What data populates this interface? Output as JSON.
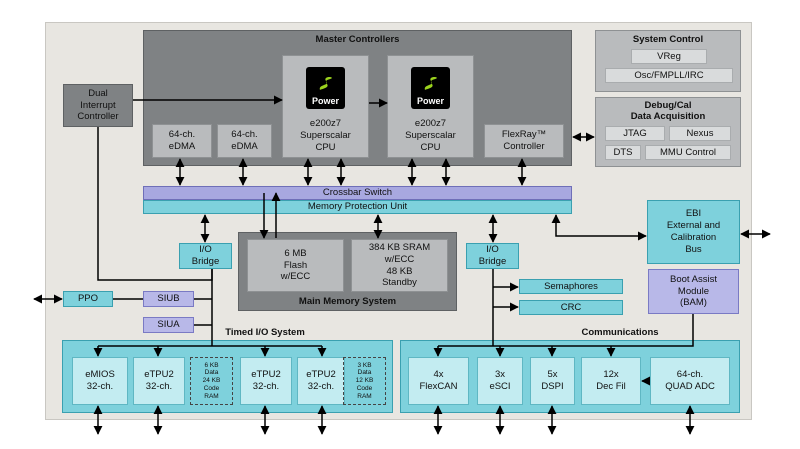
{
  "master": {
    "title": "Master Controllers"
  },
  "dual_interrupt": "Dual\nInterrupt\nController",
  "edma1": "64-ch.\neDMA",
  "edma2": "64-ch.\neDMA",
  "cpu1": {
    "badge": "Power",
    "label": "e200z7\nSuperscalar\nCPU"
  },
  "cpu2": {
    "badge": "Power",
    "label": "e200z7\nSuperscalar\nCPU"
  },
  "flexray": "FlexRay™\nController",
  "system_control": {
    "title": "System Control",
    "vreg": "VReg",
    "osc": "Osc/FMPLL/IRC"
  },
  "debug": {
    "title": "Debug/Cal\nData Acquisition",
    "jtag": "JTAG",
    "nexus": "Nexus",
    "dts": "DTS",
    "mmu": "MMU Control"
  },
  "crossbar": "Crossbar Switch",
  "mpu": "Memory Protection Unit",
  "ebi": "EBI\nExternal and\nCalibration\nBus",
  "io_bridge_left": "I/O\nBridge",
  "io_bridge_right": "I/O\nBridge",
  "memory": {
    "title": "Main Memory System",
    "flash": "6 MB\nFlash\nw/ECC",
    "sram": "384 KB SRAM\nw/ECC\n48 KB\nStandby"
  },
  "semaphores": "Semaphores",
  "crc": "CRC",
  "bam": "Boot Assist\nModule\n(BAM)",
  "ppo": "PPO",
  "siub": "SIUB",
  "siua": "SIUA",
  "timed_io": {
    "title": "Timed I/O System",
    "emios": "eMIOS\n32-ch.",
    "etpu2a": "eTPU2\n32-ch.",
    "ram_a": "6 KB\nData\n24 KB\nCode\nRAM",
    "etpu2b": "eTPU2\n32-ch.",
    "etpu2c": "eTPU2\n32-ch.",
    "ram_b": "3 KB\nData\n12 KB\nCode\nRAM"
  },
  "communications": {
    "title": "Communications",
    "flexcan": "4x\nFlexCAN",
    "esci": "3x\neSCI",
    "dspi": "5x\nDSPI",
    "decfil": "12x\nDec Fil",
    "adc": "64-ch.\nQUAD ADC"
  }
}
